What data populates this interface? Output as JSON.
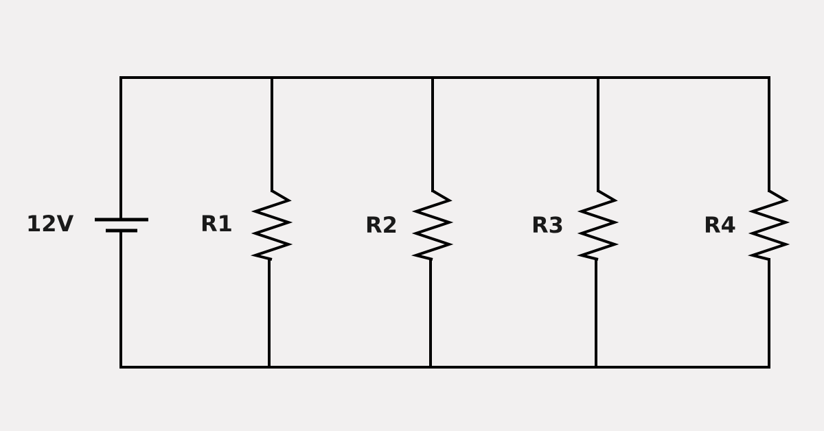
{
  "battery": {
    "voltage_label": "12V"
  },
  "resistors": [
    {
      "label": "R1"
    },
    {
      "label": "R2"
    },
    {
      "label": "R3"
    },
    {
      "label": "R4"
    }
  ],
  "colors": {
    "background": "#f2f0f0",
    "wire": "#000000",
    "text": "#1a1a1a"
  }
}
